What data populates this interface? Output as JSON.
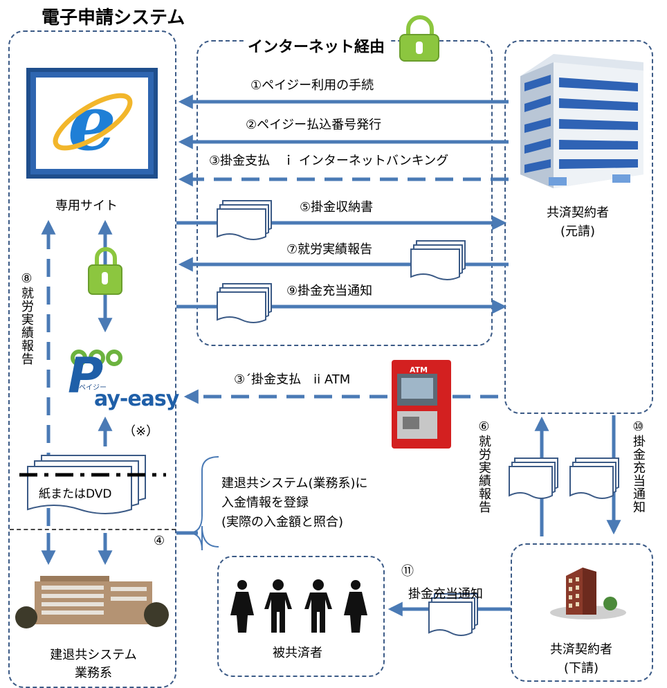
{
  "title": "電子申請システム",
  "internet_label": "インターネット経由",
  "site_label": "専用サイト",
  "note_mark": "（※）",
  "paper_label": "紙またはDVD",
  "system_note": [
    "建退共システム(業務系)に",
    "入金情報を登録",
    "(実際の入金額と照合)"
  ],
  "step4": "④",
  "kentai_label": [
    "建退共システム",
    "業務系"
  ],
  "prime_contractor": [
    "共済契約者",
    "(元請)"
  ],
  "sub_contractor": [
    "共済契約者",
    "(下請)"
  ],
  "insured_label": "被共済者",
  "arrows": {
    "a1": "①ペイジー利用の手続",
    "a2": "②ペイジー払込番号発行",
    "a3": "③掛金支払　ｉ インターネットバンキング",
    "a5": "⑤掛金収納書",
    "a7": "⑦就労実績報告",
    "a9": "⑨掛金充当通知",
    "a3b": "③´掛金支払　ii ATM",
    "a6": "⑥就労実績報告",
    "a8": "⑧就労実績報告",
    "a10": "⑩掛金充当通知",
    "a11_num": "⑪",
    "a11": "掛金充当通知"
  },
  "payeasy": {
    "small": "ペイジー",
    "logo": "ay-easy",
    "p": "P"
  },
  "atm_label": "ATM",
  "colors": {
    "arrow": "#4a7ab5",
    "border": "#3b5a86",
    "lock": "#8cc63f"
  }
}
